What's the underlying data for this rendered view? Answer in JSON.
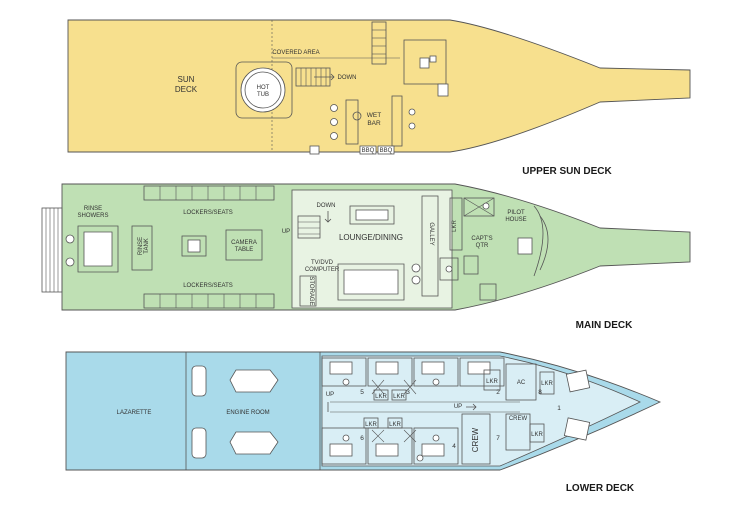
{
  "colors": {
    "upper_deck": "#f7e08e",
    "main_deck": "#bfe0b4",
    "lower_deck": "#a9daea",
    "cabin_area": "#d9eef5",
    "outline": "#555555"
  },
  "upper_sun_deck": {
    "title": "UPPER SUN DECK",
    "sun_deck_line1": "SUN",
    "sun_deck_line2": "DECK",
    "hot_tub_line1": "HOT",
    "hot_tub_line2": "TUB",
    "covered_area": "COVERED AREA",
    "down": "DOWN",
    "wet_bar_line1": "WET",
    "wet_bar_line2": "BAR",
    "bbq_1": "BBQ",
    "bbq_2": "BBQ"
  },
  "main_deck": {
    "title": "MAIN DECK",
    "rinse_showers_line1": "RINSE",
    "rinse_showers_line2": "SHOWERS",
    "rinse_tank_line1": "RINSE",
    "rinse_tank_line2": "TANK",
    "lockers_top": "LOCKERS/SEATS",
    "lockers_bottom": "LOCKERS/SEATS",
    "camera_table_line1": "CAMERA",
    "camera_table_line2": "TABLE",
    "up": "UP",
    "down": "DOWN",
    "lounge_dining": "LOUNGE/DINING",
    "tv_dvd_line1": "TV/DVD",
    "tv_dvd_line2": "COMPUTER",
    "storage": "STORAGE",
    "galley": "GALLEY",
    "lkr": "LKR",
    "capts_qtr_line1": "CAPT'S",
    "capts_qtr_line2": "QTR",
    "pilot_house_line1": "PILOT",
    "pilot_house_line2": "HOUSE"
  },
  "lower_deck": {
    "title": "LOWER DECK",
    "lazarette": "LAZARETTE",
    "engine_room": "ENGINE ROOM",
    "up_1": "UP",
    "up_2": "UP",
    "crew": "CREW",
    "crew_small": "CREW",
    "ac": "AC",
    "lkr_labels": [
      "LKR",
      "LKR",
      "LKR",
      "LKR",
      "LKR",
      "LKR",
      "LKR"
    ],
    "cabin_numbers": [
      "1",
      "2",
      "3",
      "4",
      "5",
      "6",
      "7",
      "8"
    ]
  }
}
